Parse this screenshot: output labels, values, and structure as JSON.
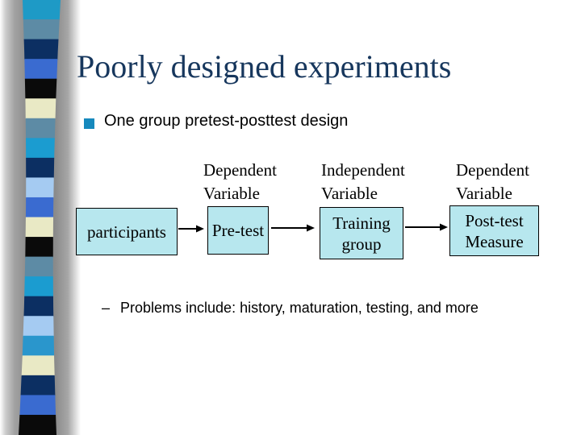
{
  "slide": {
    "title": "Poorly designed experiments",
    "bullet": "One group pretest-posttest design",
    "sub_bullet_dash": "–",
    "sub_bullet": "Problems include: history, maturation, testing, and more"
  },
  "diagram": {
    "labels": [
      {
        "line1": "Dependent",
        "line2": "Variable"
      },
      {
        "line1": "Independent",
        "line2": "Variable"
      },
      {
        "line1": "Dependent",
        "line2": "Variable"
      }
    ],
    "boxes": [
      {
        "line1": "participants"
      },
      {
        "line1": "Pre-test"
      },
      {
        "line1": "Training",
        "line2": "group"
      },
      {
        "line1": "Post-test",
        "line2": "Measure"
      }
    ]
  },
  "colors": {
    "title_text": "#17375d",
    "bullet_square": "#1689bd",
    "body_text": "#000000",
    "box_fill": "#b7e7ee",
    "box_border": "#000000",
    "arrow": "#000000",
    "ribbon_segments": [
      "#1e9ac6",
      "#5d8ba5",
      "#0c2f62",
      "#3a6bd0",
      "#0a0a0a",
      "#e9e9c5",
      "#5d8ba5",
      "#1b9cd0",
      "#0c2f62",
      "#a5cbf2",
      "#3a6bd0",
      "#e9e9c5",
      "#0a0a0a",
      "#5d8ba5",
      "#1b9cd0",
      "#0c2f62",
      "#a5cbf2",
      "#2a96cc",
      "#e9e9c5",
      "#0c2f62",
      "#3a6bd0",
      "#0a0a0a"
    ]
  }
}
